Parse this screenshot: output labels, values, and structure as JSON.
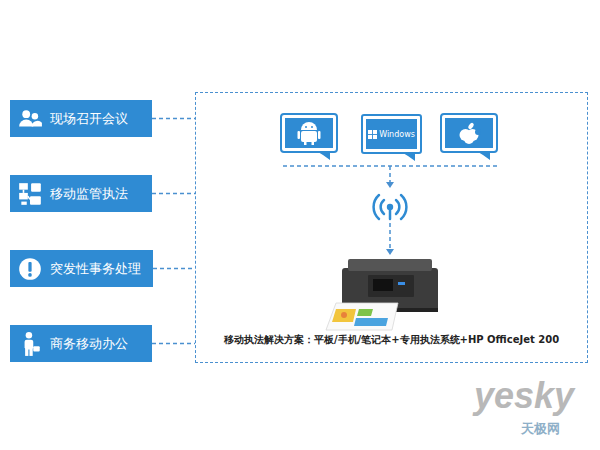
{
  "diagram": {
    "nodes": [
      {
        "text": [
          "现场召开会议"
        ]
      },
      {
        "text": [
          "移动监管执法"
        ]
      },
      {
        "text": [
          "突发性事务处理"
        ]
      },
      {
        "text": [
          "商务移动办公"
        ]
      },
      {
        "text": [
          "移动执法解决方案：平板/手机/笔记本+专用执法系统+HP OfficeJet 200"
        ]
      },
      {
        "text": [
          "Windows"
        ],
        "in": 4
      }
    ],
    "edges": [
      {
        "from": 0,
        "to": 4,
        "arrow": "none"
      },
      {
        "from": 1,
        "to": 4,
        "arrow": "none"
      },
      {
        "from": 2,
        "to": 4,
        "arrow": "none"
      },
      {
        "from": 3,
        "to": 4,
        "arrow": "none"
      }
    ],
    "labels": [
      "yesky",
      "天极网"
    ]
  }
}
